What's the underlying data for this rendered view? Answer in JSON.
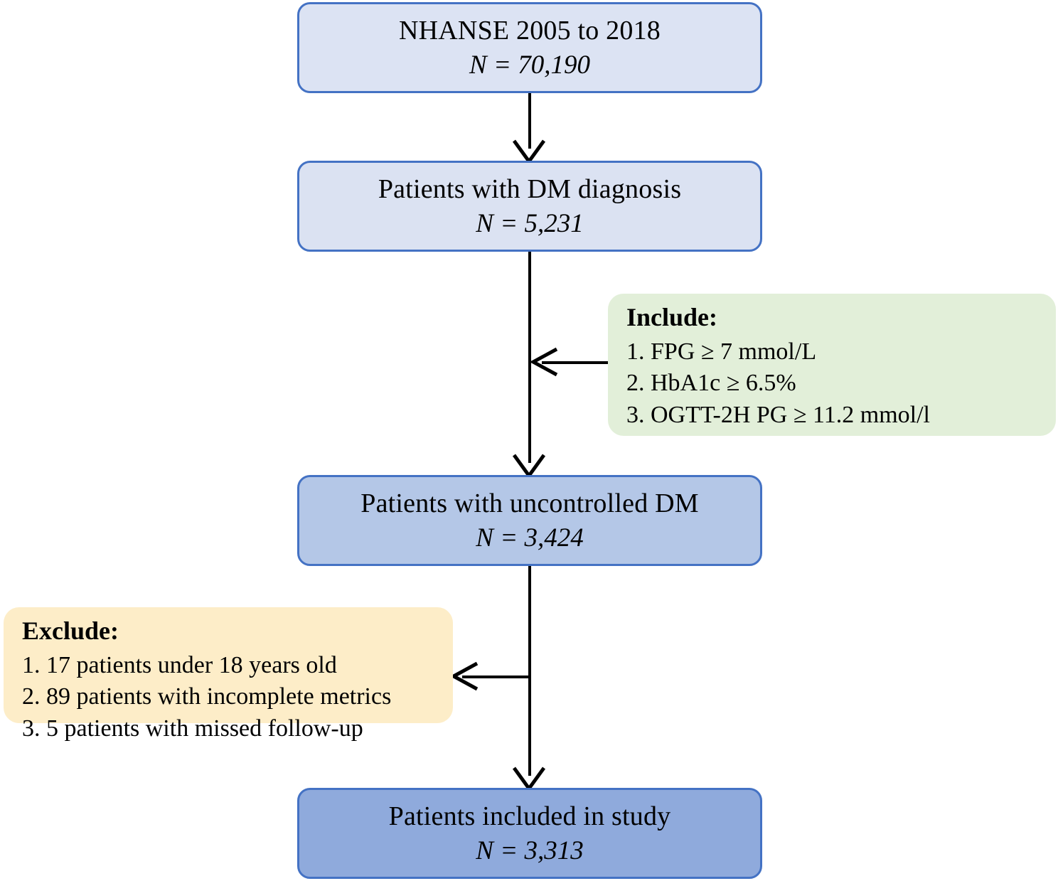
{
  "diagram": {
    "type": "study-flowchart",
    "nodes": [
      {
        "id": "source",
        "title": "NHANSE 2005 to 2018",
        "count": "N = 70,190",
        "fill": "#dce3f3",
        "border": "#4472c4"
      },
      {
        "id": "dm",
        "title": "Patients with DM diagnosis",
        "count": "N = 5,231",
        "fill": "#dbe2f2",
        "border": "#4472c4"
      },
      {
        "id": "uncontrolled",
        "title": "Patients with uncontrolled DM",
        "count": "N = 3,424",
        "fill": "#b4c7e7",
        "border": "#4472c4"
      },
      {
        "id": "included",
        "title": "Patients included in study",
        "count": "N = 3,313",
        "fill": "#8faadc",
        "border": "#4472c4"
      }
    ],
    "callouts": [
      {
        "id": "include",
        "title": "Include:",
        "fill": "#e2efd9",
        "items": [
          "1. FPG ≥ 7 mmol/L",
          "2. HbA1c ≥  6.5%",
          "3. OGTT-2H PG ≥ 11.2 mmol/l"
        ]
      },
      {
        "id": "exclude",
        "title": "Exclude:",
        "fill": "#fdedc8",
        "items": [
          "1. 17 patients under 18 years old",
          "2. 89 patients with incomplete metrics",
          "3. 5 patients with missed follow-up"
        ]
      }
    ],
    "connectors": [
      {
        "id": "source-to-dm",
        "direction": "down"
      },
      {
        "id": "dm-to-uncontrolled",
        "direction": "down"
      },
      {
        "id": "uncontrolled-to-included",
        "direction": "down"
      },
      {
        "id": "include-to-trunk",
        "direction": "left"
      },
      {
        "id": "exclude-from-trunk",
        "direction": "left"
      }
    ],
    "colors": {
      "line": "#000000",
      "box_border": "#4472c4",
      "background": "#ffffff"
    }
  }
}
